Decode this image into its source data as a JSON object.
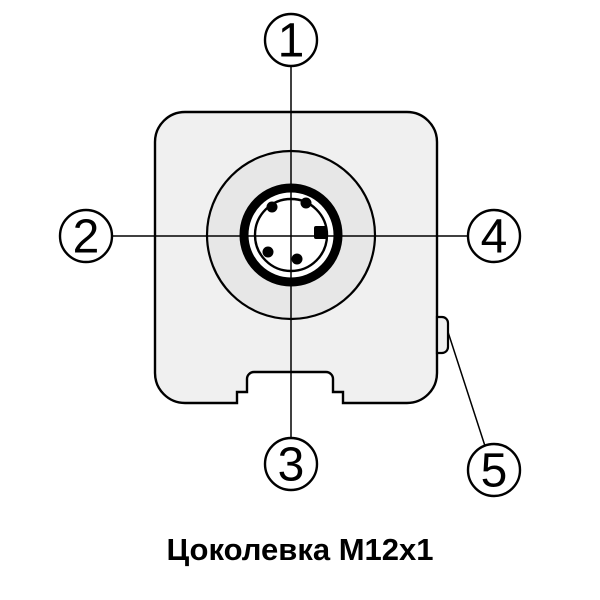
{
  "caption": "Цоколевка M12x1",
  "callouts": [
    {
      "label": "1"
    },
    {
      "label": "2"
    },
    {
      "label": "3"
    },
    {
      "label": "4"
    },
    {
      "label": "5"
    }
  ],
  "icons": {
    "connector": "m12-connector-front-view",
    "pins": "contact-pin-dots",
    "key": "polarizing-key-slot"
  },
  "colors": {
    "background": "#ffffff",
    "body_fill": "#f0f0f0",
    "barrel_fill": "#e7e7e7",
    "inner_fill": "#ffffff",
    "line": "#000000"
  }
}
